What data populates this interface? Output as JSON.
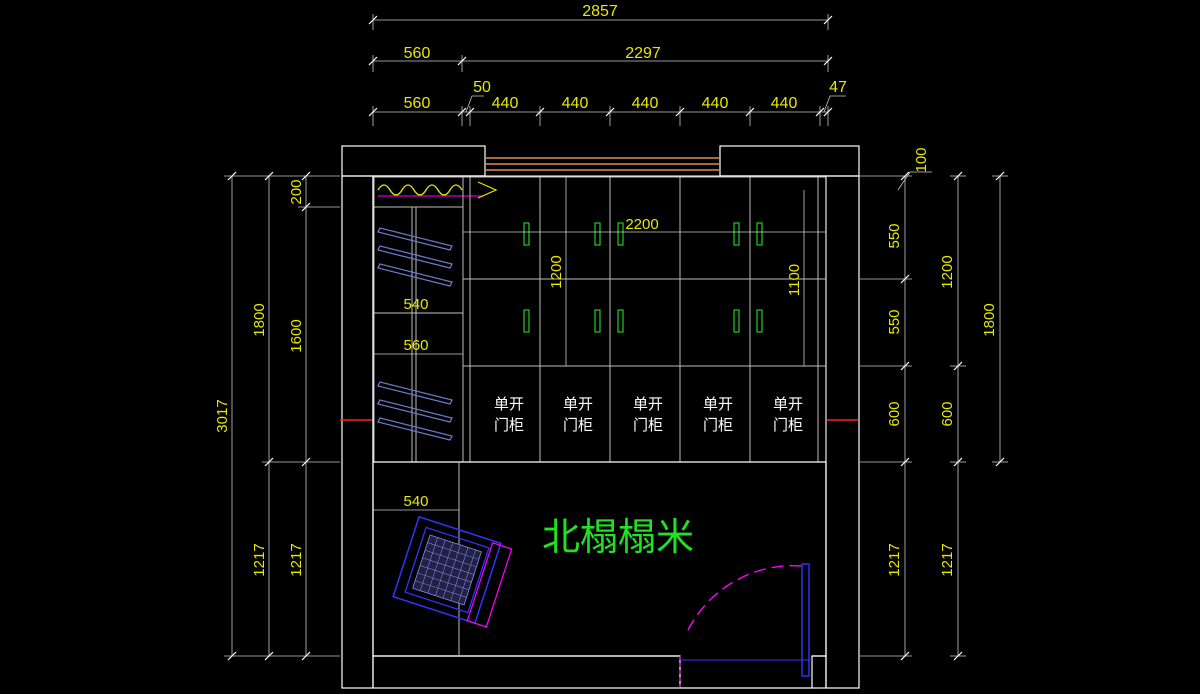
{
  "colors": {
    "background": "#000000",
    "wall_line": "#ffffff",
    "dimension_text": "#e8e800",
    "room_label": "#22e022",
    "handle": "#22cc22",
    "door_swing": "#ff00ff",
    "appliance": "#3333ff",
    "axis_mark": "#ff2020",
    "beam": "#e08a5a"
  },
  "dims_top": {
    "overall": "2857",
    "left_part": "560",
    "right_part": "2297",
    "seg_left": "560",
    "gap": "50",
    "cab1": "440",
    "cab2": "440",
    "cab3": "440",
    "cab4": "440",
    "cab5": "440",
    "end_gap": "47"
  },
  "dims_left": {
    "total": "3017",
    "upper": "1800",
    "lower_outer": "1217",
    "top_small": "200",
    "mid": "1600",
    "lower_inner": "1217"
  },
  "dims_right": {
    "small": "100",
    "r1": "550",
    "r2": "550",
    "r3": "600",
    "r4": "1217",
    "s1": "1200",
    "s2": "600",
    "s3": "1217",
    "far": "1800"
  },
  "dims_inner": {
    "width_2200": "2200",
    "h_1200": "1200",
    "h_1100": "1100",
    "w_540_a": "540",
    "w_560": "560",
    "w_540_b": "540"
  },
  "cabinets": [
    {
      "line1": "单开",
      "line2": "门柜"
    },
    {
      "line1": "单开",
      "line2": "门柜"
    },
    {
      "line1": "单开",
      "line2": "门柜"
    },
    {
      "line1": "单开",
      "line2": "门柜"
    },
    {
      "line1": "单开",
      "line2": "门柜"
    }
  ],
  "room_label": "北榻榻米"
}
